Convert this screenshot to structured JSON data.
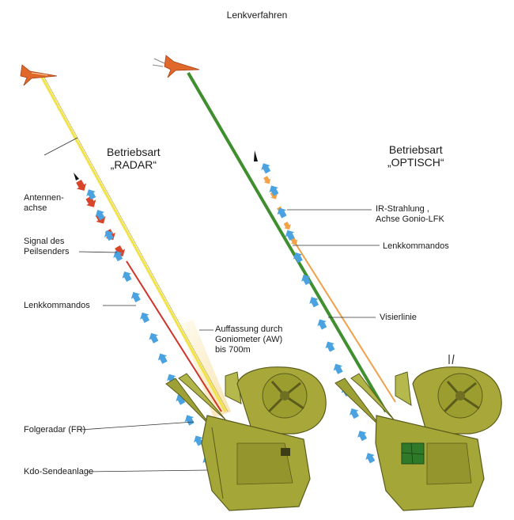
{
  "title": "Lenkverfahren",
  "modes": {
    "radar": {
      "line1": "Betriebsart",
      "line2": "„RADAR“"
    },
    "optisch": {
      "line1": "Betriebsart",
      "line2": "„OPTISCH“"
    }
  },
  "labels": {
    "antennenachse_1": "Antennen-",
    "antennenachse_2": "achse",
    "signal_1": "Signal des",
    "signal_2": "Peilsenders",
    "lenkkommandos_left": "Lenkkommandos",
    "auffassung_1": "Auffassung durch",
    "auffassung_2": "Goniometer (AW)",
    "auffassung_3": "bis 700m",
    "folgeradar": "Folgeradar (FR)",
    "kdo": "Kdo-Sendeanlage",
    "ir_1": "IR-Strahlung ,",
    "ir_2": "Achse Gonio-LFK",
    "lenkkommandos_right": "Lenkkommandos",
    "visierlinie": "Visierlinie"
  },
  "colors": {
    "antenna_axis": "#f2e24a",
    "sight_line": "#3f8f2e",
    "peilsender_line": "#d0342a",
    "ir_line": "#f0a04a",
    "blue_arrow": "#4aa3e0",
    "red_arrow": "#d8452a",
    "orange_arrow": "#f2a248",
    "missile": "#e0682a",
    "vehicle": "#a8a83a",
    "vehicle_dark": "#6f7023"
  }
}
